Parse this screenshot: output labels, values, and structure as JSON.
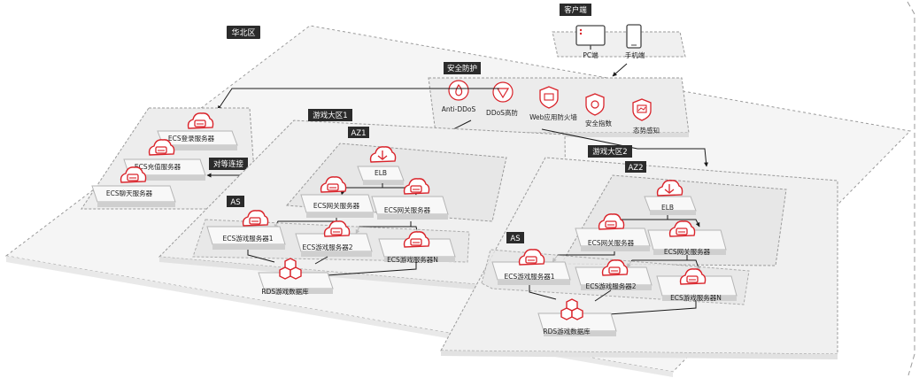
{
  "region": {
    "label": "华北区"
  },
  "client": {
    "label": "客户端",
    "devices": [
      {
        "label": "PC端",
        "icon": "monitor-icon"
      },
      {
        "label": "手机端",
        "icon": "phone-icon"
      }
    ]
  },
  "security": {
    "label": "安全防护",
    "items": [
      {
        "label": "Anti-DDoS",
        "icon": "flame-icon"
      },
      {
        "label": "DDoS高防",
        "icon": "shield-triangle-icon"
      },
      {
        "label": "Web应用防火墙",
        "icon": "firewall-shield-icon"
      },
      {
        "label": "安全指数",
        "icon": "score-shield-icon"
      },
      {
        "label": "态势感知",
        "icon": "chart-shield-icon"
      }
    ]
  },
  "peering": {
    "label": "对等连接"
  },
  "shared_servers": [
    {
      "label": "ECS登录服务器"
    },
    {
      "label": "ECS充值服务器"
    },
    {
      "label": "ECS聊天服务器"
    }
  ],
  "zones": [
    {
      "label": "游戏大区1",
      "az": "AZ1",
      "elb": "ELB",
      "gateways": [
        "ECS网关服务器",
        "ECS网关服务器"
      ],
      "as": "AS",
      "game_servers": [
        "ECS游戏服务器1",
        "ECS游戏服务器2",
        "ECS游戏服务器N"
      ],
      "db": "RDS游戏数据库"
    },
    {
      "label": "游戏大区2",
      "az": "AZ2",
      "elb": "ELB",
      "gateways": [
        "ECS网关服务器",
        "ECS网关服务器"
      ],
      "as": "AS",
      "game_servers": [
        "ECS游戏服务器1",
        "ECS游戏服务器2",
        "ECS游戏服务器N"
      ],
      "db": "RDS游戏数据库"
    }
  ],
  "colors": {
    "accent": "#d9242b",
    "label_bg": "#2b2b2b",
    "box_stroke": "#9a9a9a"
  }
}
